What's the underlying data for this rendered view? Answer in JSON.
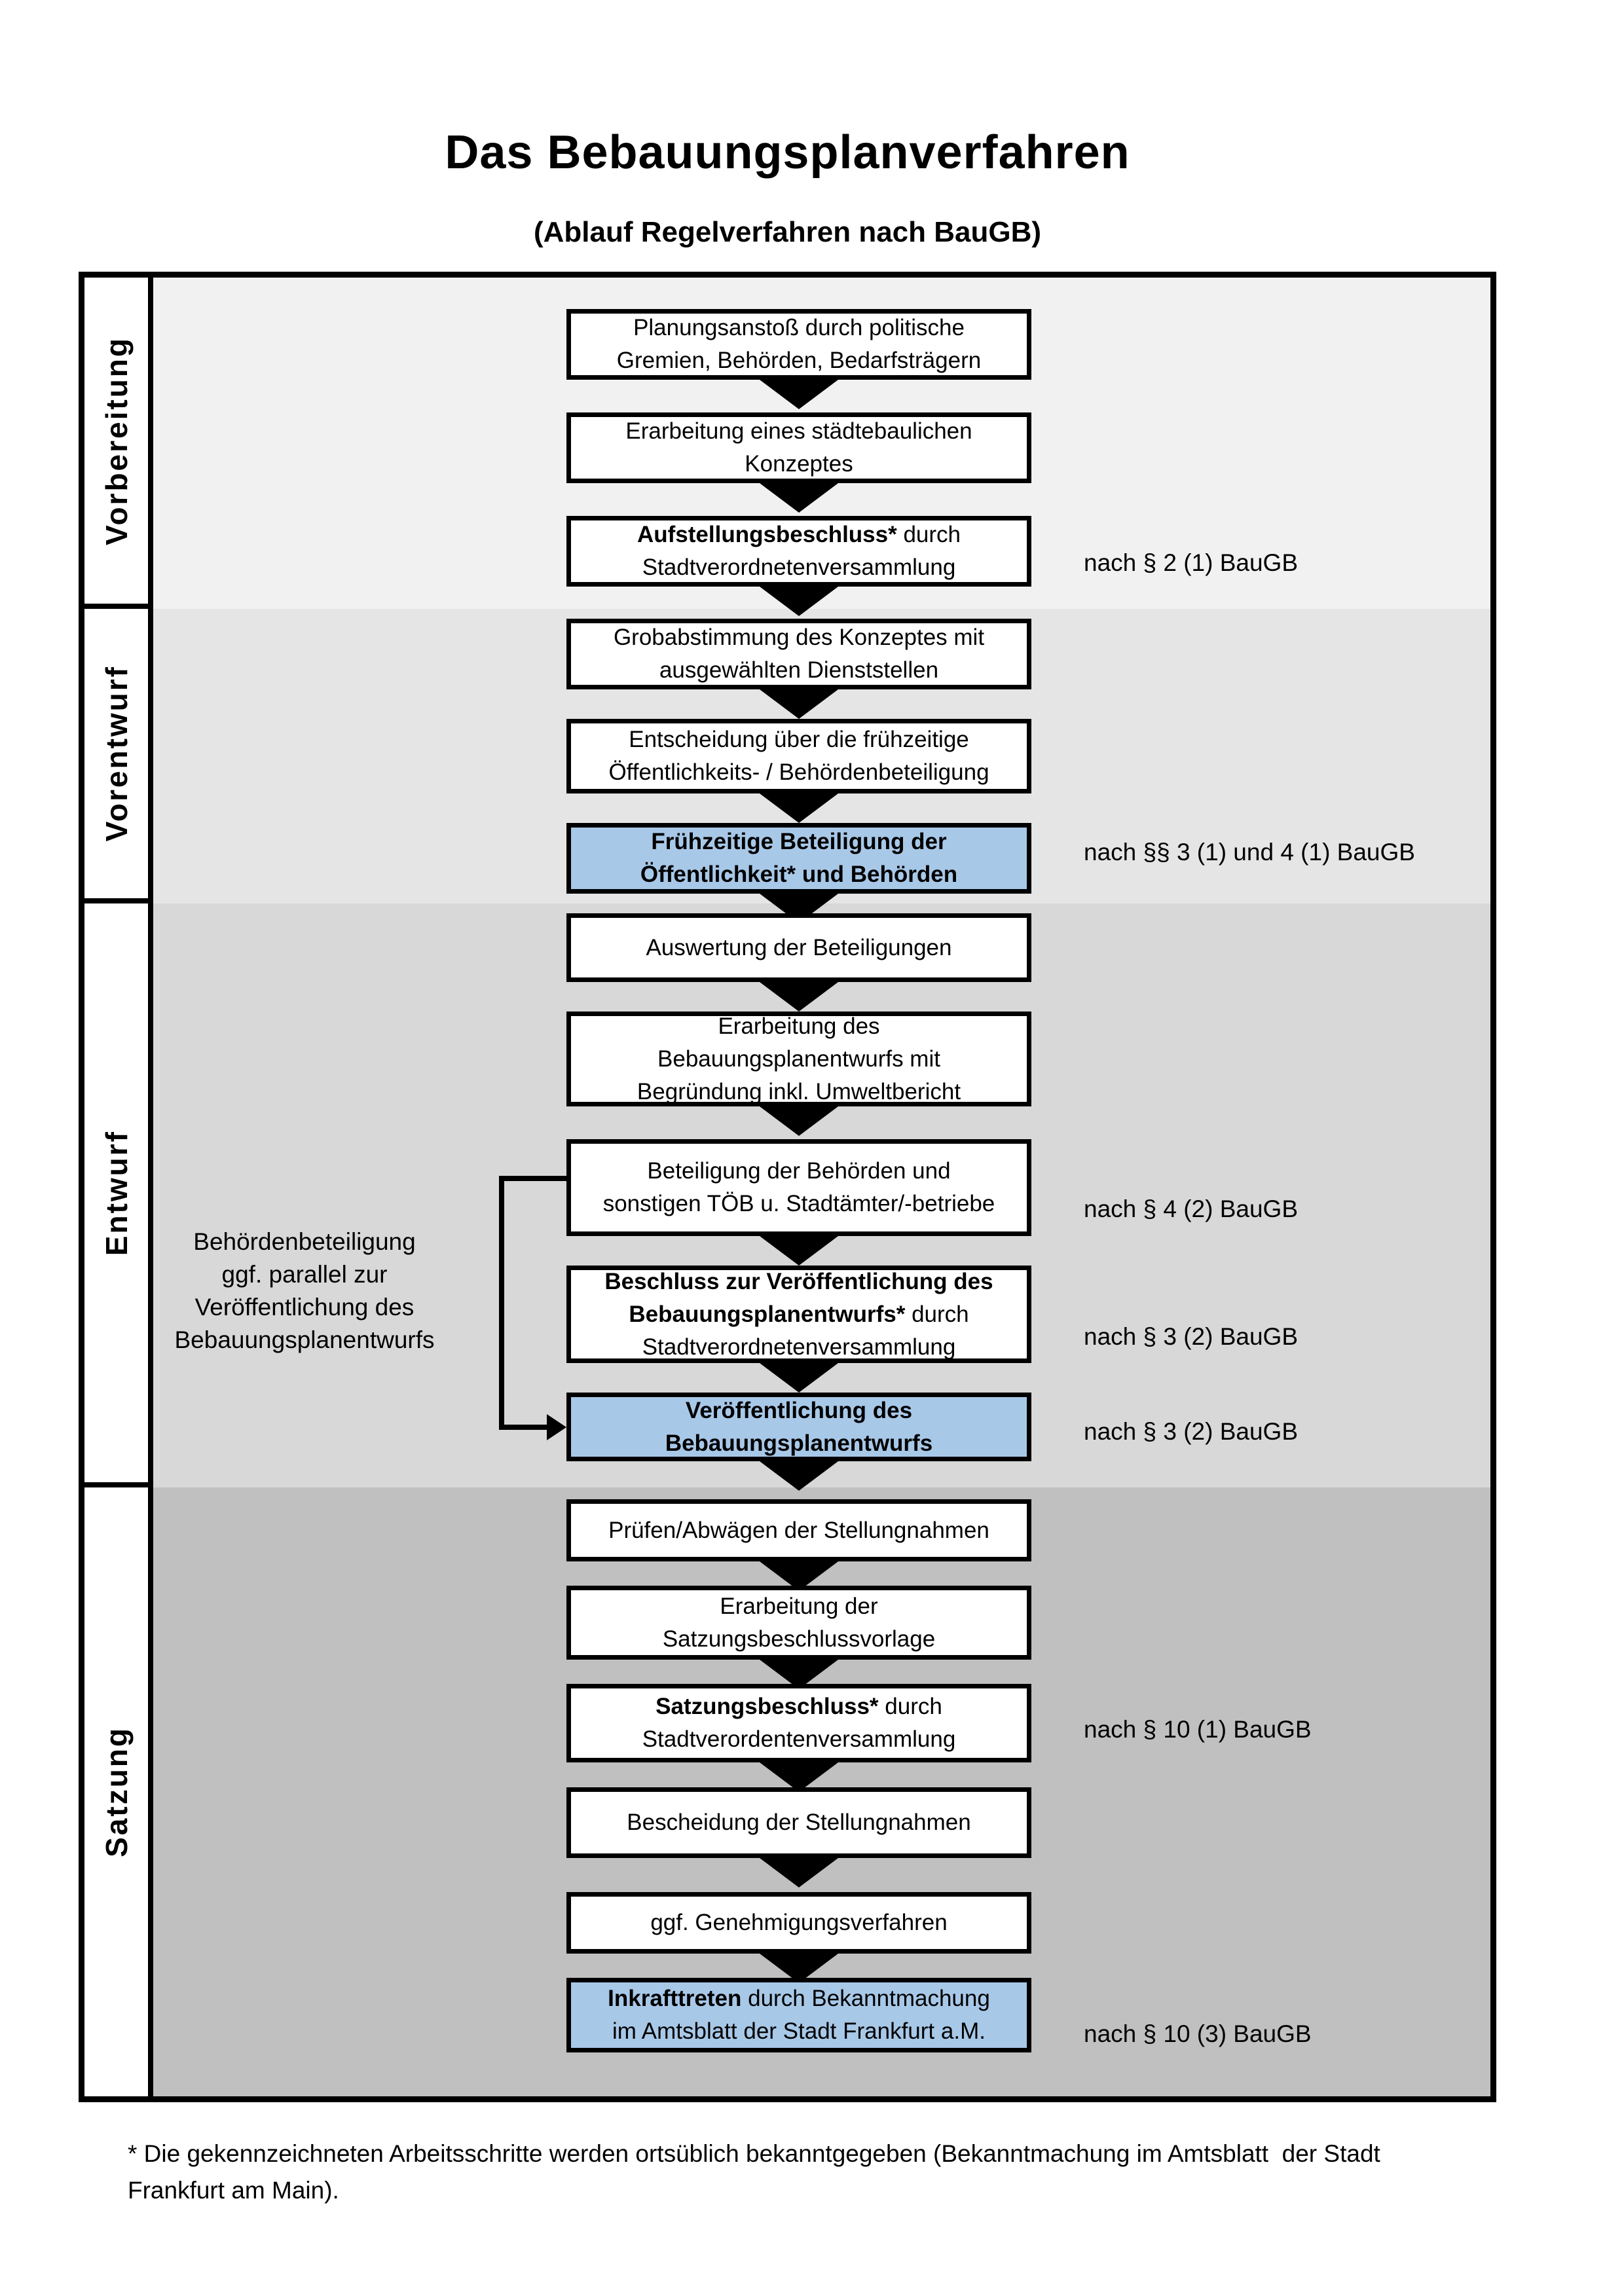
{
  "title": "Das Bebauungsplanverfahren",
  "subtitle": "(Ablauf Regelverfahren nach BauGB)",
  "phases": {
    "vorbereitung": "Vorbereitung",
    "vorentwurf": "Vorentwurf",
    "entwurf": "Entwurf",
    "satzung": "Satzung"
  },
  "steps": {
    "a1": {
      "bold": "",
      "normal": "Planungsanstoß durch politische\nGremien, Behörden, Bedarfsträgern"
    },
    "a2": {
      "bold": "",
      "normal": "Erarbeitung eines städtebaulichen\nKonzeptes"
    },
    "a3": {
      "bold": "Aufstellungsbeschluss*",
      "normal": " durch\nStadtverordnetenversammlung"
    },
    "b1": {
      "bold": "",
      "normal": "Grobabstimmung des Konzeptes mit\nausgewählten Dienststellen"
    },
    "b2": {
      "bold": "",
      "normal": "Entscheidung über die frühzeitige\nÖffentlichkeits- / Behördenbeteiligung"
    },
    "b3": {
      "bold": "Frühzeitige Beteiligung der\nÖffentlichkeit* und Behörden",
      "normal": ""
    },
    "c1": {
      "bold": "",
      "normal": "Auswertung der Beteiligungen"
    },
    "c2": {
      "bold": "",
      "normal": "Erarbeitung des\nBebauungsplanentwurfs mit\nBegründung inkl. Umweltbericht"
    },
    "c3": {
      "bold": "",
      "normal": "Beteiligung der Behörden und\nsonstigen TÖB u. Stadtämter/-betriebe"
    },
    "c4": {
      "bold": "Beschluss zur Veröffentlichung des\nBebauungsplanentwurfs*",
      "normal": " durch\nStadtverordnetenversammlung"
    },
    "c5": {
      "bold": "Veröffentlichung des\nBebauungsplanentwurfs",
      "normal": ""
    },
    "d1": {
      "bold": "",
      "normal": "Prüfen/Abwägen der Stellungnahmen"
    },
    "d2": {
      "bold": "",
      "normal": "Erarbeitung der\nSatzungsbeschlussvorlage"
    },
    "d3": {
      "bold": "Satzungsbeschluss*",
      "normal": " durch\nStadtverordentenversammlung"
    },
    "d4": {
      "bold": "",
      "normal": "Bescheidung der Stellungnahmen"
    },
    "d5": {
      "bold": "",
      "normal": "ggf. Genehmigungsverfahren"
    },
    "d6": {
      "bold": "Inkrafttreten",
      "normal": " durch Bekanntmachung\nim Amtsblatt der Stadt Frankfurt a.M."
    }
  },
  "references": {
    "r1": "nach § 2 (1) BauGB",
    "r2": "nach §§ 3 (1) und 4 (1) BauGB",
    "r3": "nach § 4 (2) BauGB",
    "r4": "nach § 3 (2) BauGB",
    "r5": "nach § 3 (2) BauGB",
    "r6": "nach § 10 (1) BauGB",
    "r7": "nach § 10 (3) BauGB"
  },
  "side_note": "Behördenbeteiligung\nggf. parallel zur\nVeröffentlichung des\nBebauungsplanentwurfs",
  "footnote": "* Die gekennzeichneten Arbeitsschritte werden ortsüblich bekanntgegeben (Bekanntmachung im Amtsblatt  der Stadt\nFrankfurt am Main).",
  "colors": {
    "highlight_blue": "#a8c8e8",
    "section_grays": [
      "#f1f1f1",
      "#e5e5e5",
      "#d8d8d8",
      "#c0c0c0"
    ],
    "box_border": "#000000"
  }
}
